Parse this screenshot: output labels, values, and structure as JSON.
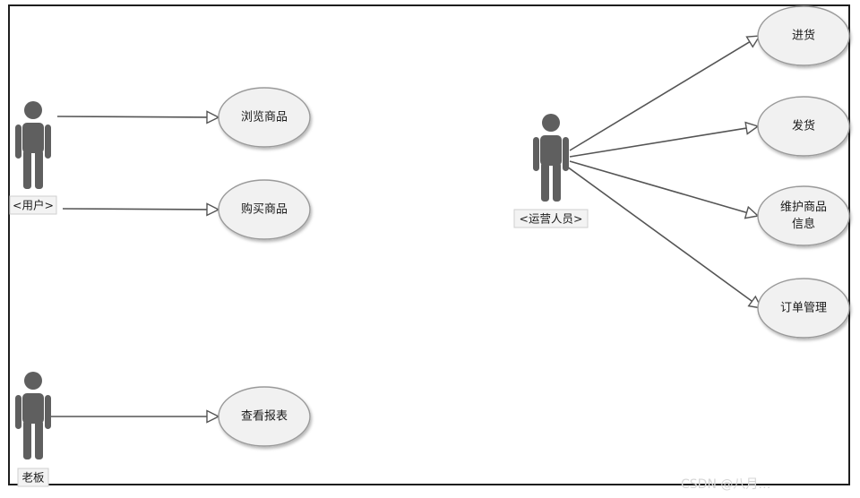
{
  "actors": [
    {
      "id": "user",
      "label": "<用户>"
    },
    {
      "id": "operator",
      "label": "<运营人员>"
    },
    {
      "id": "boss",
      "label": "老板"
    }
  ],
  "use_cases": [
    {
      "id": "browse",
      "lines": [
        "浏览商品"
      ]
    },
    {
      "id": "buy",
      "lines": [
        "购买商品"
      ]
    },
    {
      "id": "report",
      "lines": [
        "查看报表"
      ]
    },
    {
      "id": "stock_in",
      "lines": [
        "进货"
      ]
    },
    {
      "id": "ship",
      "lines": [
        "发货"
      ]
    },
    {
      "id": "maintain",
      "lines": [
        "维护商品",
        "信息"
      ]
    },
    {
      "id": "orders",
      "lines": [
        "订单管理"
      ]
    }
  ],
  "associations": [
    {
      "from": "user",
      "to": "browse"
    },
    {
      "from": "user",
      "to": "buy"
    },
    {
      "from": "boss",
      "to": "report"
    },
    {
      "from": "operator",
      "to": "stock_in"
    },
    {
      "from": "operator",
      "to": "ship"
    },
    {
      "from": "operator",
      "to": "maintain"
    },
    {
      "from": "operator",
      "to": "orders"
    }
  ],
  "watermark": "CSDN @八月…"
}
